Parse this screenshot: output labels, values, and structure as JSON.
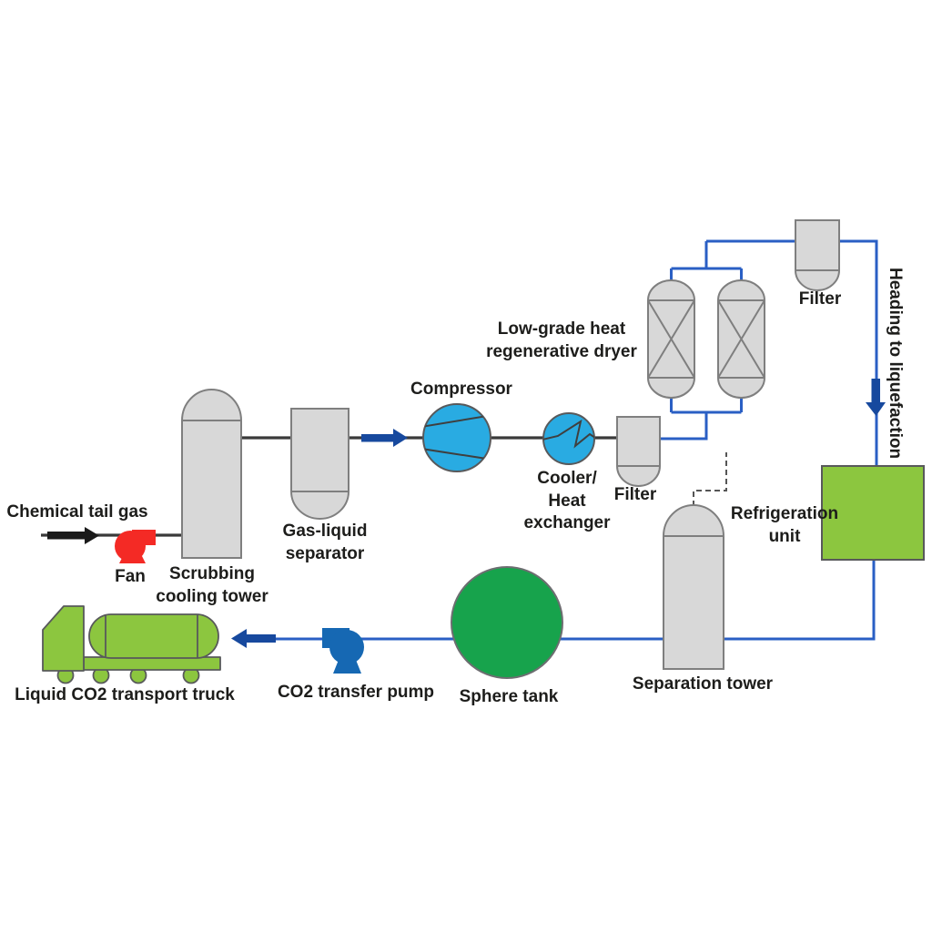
{
  "diagram": {
    "title": "CO2 recovery process flow diagram",
    "labels": {
      "chemical_tail_gas": "Chemical tail gas",
      "fan": "Fan",
      "scrubbing_tower": "Scrubbing\ncooling tower",
      "gas_liquid_separator": "Gas-liquid\nseparator",
      "compressor": "Compressor",
      "cooler": "Cooler/\nHeat\nexchanger",
      "filter_after_cooler": "Filter",
      "dryer": "Low-grade heat\nregenerative dryer",
      "filter_top": "Filter",
      "heading_to_liquefaction": "Heading to liquefaction",
      "refrigeration_unit": "Refrigeration\nunit",
      "separation_tower": "Separation tower",
      "sphere_tank": "Sphere tank",
      "co2_transfer_pump": "CO2 transfer pump",
      "transport_truck": "Liquid CO2 transport truck"
    },
    "colors": {
      "vessel_gray": "#d8d8d8",
      "vessel_stroke": "#7f7f7f",
      "pipe_blue": "#2a5fc4",
      "arrow_navy": "#17499e",
      "process_line_dark": "#3a3a3a",
      "equipment_cyan": "#29abe2",
      "sphere_green": "#17a34c",
      "unit_green": "#8cc63f",
      "fan_red": "#f42a25",
      "pump_blue": "#1668b3",
      "text_dark": "#1d1d1b"
    }
  }
}
